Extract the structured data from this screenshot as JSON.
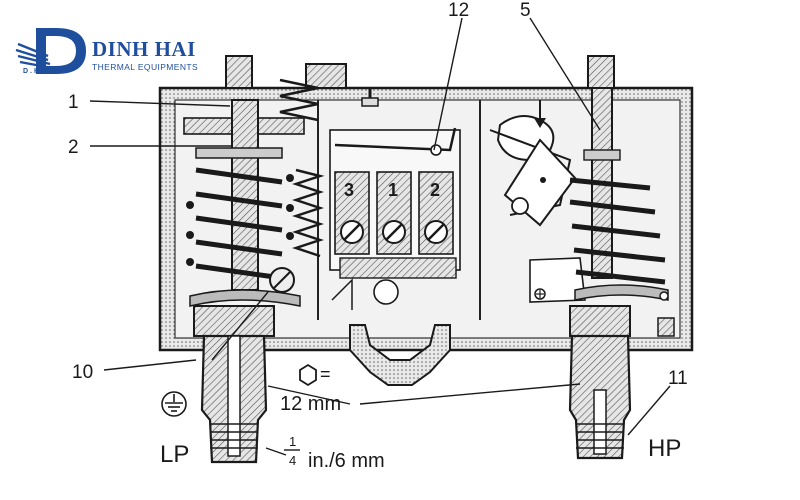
{
  "brand": {
    "name": "DINH HAI",
    "subtitle": "THERMAL EQUIPMENTS",
    "initials": "D.H.E",
    "color": "#1f4f9c"
  },
  "callouts": {
    "c1": "1",
    "c2": "2",
    "c12": "12",
    "c5": "5",
    "c10": "10",
    "c11": "11"
  },
  "contact_labels": {
    "left": "3",
    "middle": "1",
    "right": "2"
  },
  "annotations": {
    "hex_symbol_eq": "=",
    "wrench_size": "12 mm",
    "low_pressure": "LP",
    "high_pressure": "HP",
    "fraction_num": "1",
    "fraction_den": "4",
    "thread_size": "in./6 mm"
  },
  "icons": [
    "brand-logo-icon",
    "hex-nut-icon",
    "ground-icon"
  ]
}
